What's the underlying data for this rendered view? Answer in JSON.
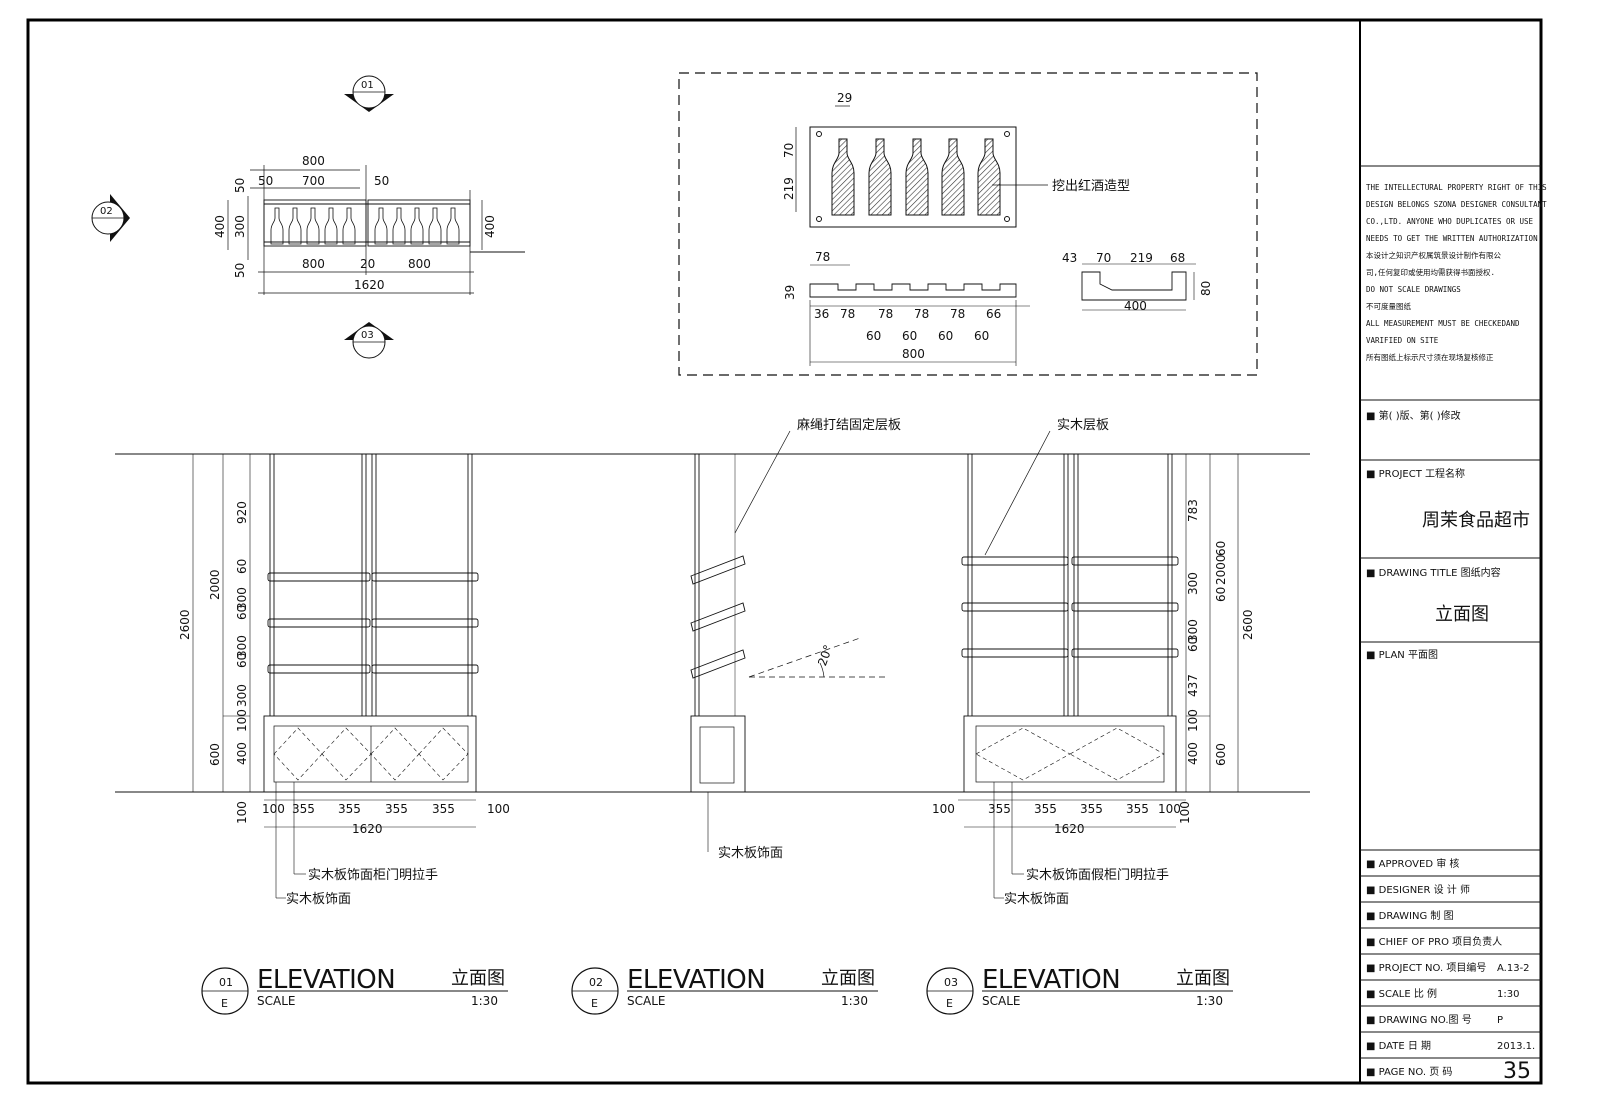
{
  "plan": {
    "section_marks": [
      "01",
      "02",
      "03"
    ],
    "dims": {
      "overall_top": "800",
      "left_margin": "50",
      "inner": "700",
      "right_margin": "50",
      "bottom_left": "800",
      "gap": "20",
      "bottom_right": "800",
      "overall": "1620",
      "left_side": [
        "50",
        "400",
        "300",
        "50"
      ],
      "right_side": "400"
    }
  },
  "detail": {
    "dims_top": {
      "a": "29",
      "b": "70",
      "c": "219"
    },
    "label": "挖出红酒造型",
    "section": {
      "top": "78",
      "side": "39",
      "spans": [
        "36",
        "78",
        "78",
        "78",
        "78",
        "66"
      ],
      "slots": [
        "60",
        "60",
        "60",
        "60"
      ],
      "overall": "800"
    },
    "profile": {
      "dims": [
        "43",
        "70",
        "219",
        "68"
      ],
      "overall": "400",
      "side": "80"
    }
  },
  "elevation1": {
    "left_dims": [
      "920",
      "60",
      "300",
      "60",
      "300",
      "60",
      "300",
      "100",
      "400",
      "100"
    ],
    "totals": {
      "a": "2000",
      "b": "2600",
      "c": "600"
    },
    "bottom_dims": [
      "100",
      "355",
      "355",
      "355",
      "355",
      "100"
    ],
    "overall": "1620",
    "labels": [
      "实木板饰面柜门明拉手",
      "实木板饰面"
    ]
  },
  "elevation2": {
    "label_top": "麻绳打结固定层板",
    "angle": "20°",
    "label_bottom": "实木板饰面"
  },
  "elevation3": {
    "label_top": "实木层板",
    "right_dims": [
      "783",
      "60",
      "300",
      "60",
      "300",
      "60",
      "437",
      "100",
      "400",
      "100"
    ],
    "totals": {
      "a": "2000",
      "b": "2600",
      "c": "600"
    },
    "bottom_dims": [
      "100",
      "355",
      "355",
      "355",
      "355",
      "100"
    ],
    "overall": "1620",
    "labels": [
      "实木板饰面假柜门明拉手",
      "实木板饰面"
    ]
  },
  "titles": [
    {
      "num": "01",
      "sub": "E",
      "title": "ELEVATION",
      "cn": "立面图",
      "scale_label": "SCALE",
      "scale": "1:30"
    },
    {
      "num": "02",
      "sub": "E",
      "title": "ELEVATION",
      "cn": "立面图",
      "scale_label": "SCALE",
      "scale": "1:30"
    },
    {
      "num": "03",
      "sub": "E",
      "title": "ELEVATION",
      "cn": "立面图",
      "scale_label": "SCALE",
      "scale": "1:30"
    }
  ],
  "title_block": {
    "copyright": [
      "THE INTELLECTURAL PROPERTY RIGHT OF THIS",
      "DESIGN BELONGS SZONA DESIGNER CONSULTANT",
      "CO.,LTD. ANYONE WHO DUPLICATES OR USE",
      "NEEDS TO GET THE WRITTEN AUTHORIZATION",
      "本设计之知识产权属筑景设计制作有限公",
      "司,任何复印或使用均需获得书面授权.",
      "DO NOT SCALE DRAWINGS",
      "不可度量图纸",
      "ALL MEASUREMENT MUST BE CHECKEDAND",
      "VARIFIED ON SITE",
      "所有图纸上标示尺寸须在现场复核修正"
    ],
    "revision": "■ 第(      )版、第(      )修改",
    "project_label": "■ PROJECT    工程名称",
    "project_name": "周茉食品超市",
    "drawing_title_label": "■ DRAWING TITLE  图纸内容",
    "drawing_title": "立面图",
    "plan_label": "■ PLAN  平面图",
    "rows": [
      {
        "label": "■ APPROVED   审  核",
        "value": ""
      },
      {
        "label": "■ DESIGNER   设 计 师",
        "value": ""
      },
      {
        "label": "■ DRAWING     制    图",
        "value": ""
      },
      {
        "label": "■ CHIEF OF PRO 项目负责人",
        "value": ""
      },
      {
        "label": "■ PROJECT NO. 项目编号",
        "value": "A.13-2"
      },
      {
        "label": "■ SCALE        比    例",
        "value": "1:30"
      },
      {
        "label": "■ DRAWING NO.图    号",
        "value": "P"
      },
      {
        "label": "■ DATE          日    期",
        "value": "2013.1."
      },
      {
        "label": "■ PAGE NO.    页    码",
        "value": "35"
      }
    ]
  }
}
